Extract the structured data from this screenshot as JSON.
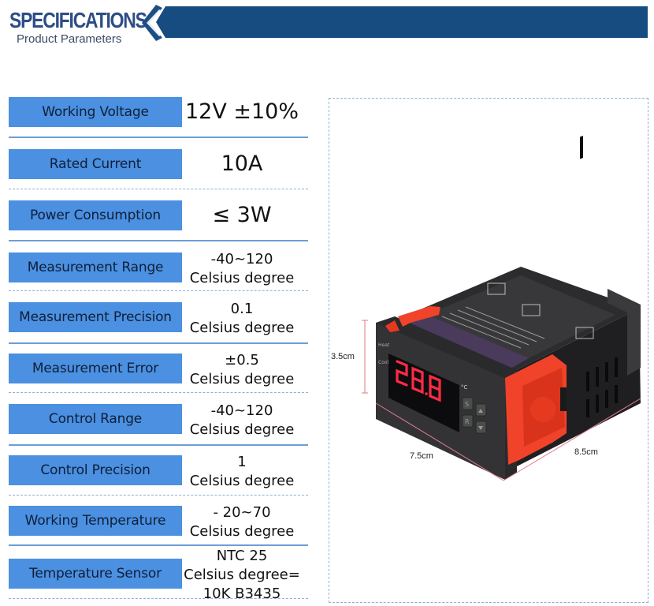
{
  "header": {
    "title": "SPECIFICATIONS",
    "subtitle": "Product Parameters",
    "accent_color": "#164c80"
  },
  "specs": [
    {
      "label": "Working Voltage",
      "value": [
        "12V ±10%"
      ],
      "big": true
    },
    {
      "label": "Rated Current",
      "value": [
        "10A"
      ],
      "big": true
    },
    {
      "label": "Power Consumption",
      "value": [
        "≤ 3W"
      ],
      "big": true
    },
    {
      "label": "Measurement Range",
      "value": [
        "-40~120",
        "Celsius degree"
      ]
    },
    {
      "label": "Measurement Precision",
      "value": [
        "0.1",
        "Celsius degree"
      ]
    },
    {
      "label": "Measurement Error",
      "value": [
        "±0.5",
        "Celsius degree"
      ]
    },
    {
      "label": "Control Range",
      "value": [
        "-40~120",
        "Celsius degree"
      ]
    },
    {
      "label": "Control Precision",
      "value": [
        "1",
        "Celsius degree"
      ]
    },
    {
      "label": "Working Temperature",
      "value": [
        "- 20~70",
        "Celsius degree"
      ]
    },
    {
      "label": "Temperature Sensor",
      "value": [
        "NTC 25",
        "Celsius degree=",
        "10K B3435"
      ]
    }
  ],
  "product_image": {
    "display_reading": "28.8",
    "display_unit": "°C",
    "indicators": [
      "Heat",
      "Cool"
    ],
    "buttons": [
      "S",
      "R",
      "▲",
      "▼"
    ],
    "dimensions": {
      "height": "3.5cm",
      "width": "7.5cm",
      "depth": "8.5cm"
    },
    "label_color_label_box": "#4b90e1",
    "clip_color": "#f0432a"
  }
}
